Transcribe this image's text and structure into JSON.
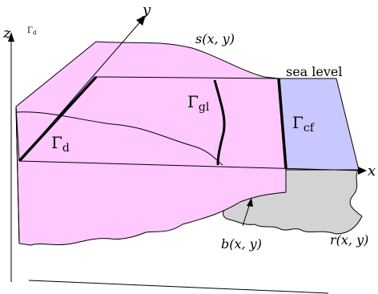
{
  "diagram": {
    "labels": {
      "axis_x": "x",
      "axis_y": "y",
      "axis_z": "z",
      "corner_gamma": "Γ",
      "corner_gamma_sub": "d",
      "gamma_d": "Γ",
      "gamma_d_sub": "d",
      "gamma_gl": "Γ",
      "gamma_gl_sub": "gl",
      "gamma_cf": "Γ",
      "gamma_cf_sub": "cf",
      "surface": "s(x, y)",
      "sea_level": "sea level",
      "bed": "b(x, y)",
      "rock": "r(x, y)"
    },
    "colors": {
      "ice": "#ffc8ff",
      "ocean": "#c8c8ff",
      "bedrock": "#d3d3d3",
      "line": "#000000"
    }
  }
}
